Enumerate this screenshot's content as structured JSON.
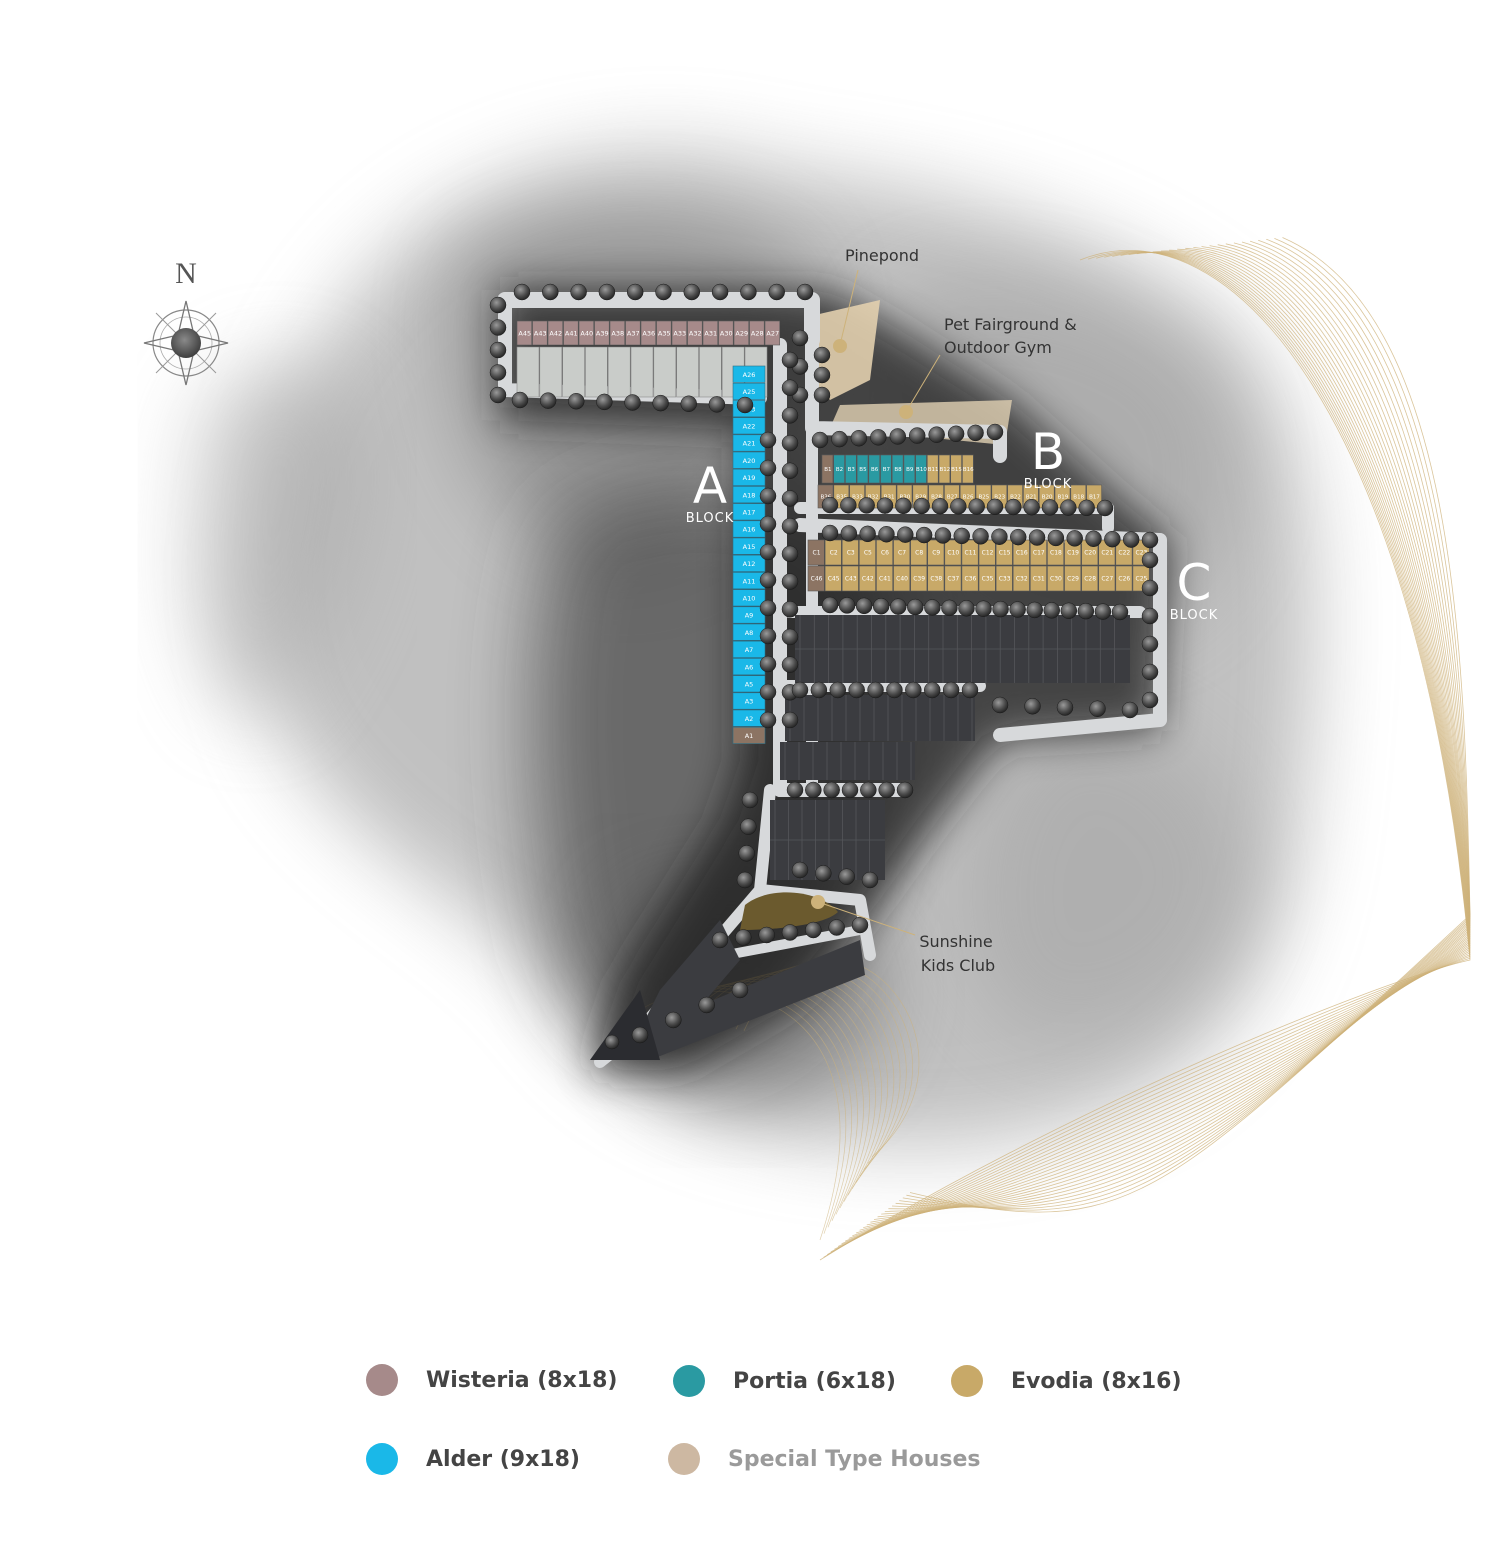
{
  "compass": {
    "label": "N"
  },
  "blocks": [
    {
      "letter": "A",
      "word": "BLOCK"
    },
    {
      "letter": "B",
      "word": "BLOCK"
    },
    {
      "letter": "C",
      "word": "BLOCK"
    }
  ],
  "amenities": [
    {
      "lines": [
        "Pinepond"
      ]
    },
    {
      "lines": [
        "Pet Fairground &",
        "Outdoor Gym"
      ]
    },
    {
      "lines": [
        "Sunshine",
        "Kids Club"
      ]
    }
  ],
  "lots": {
    "a_top": [
      "A45",
      "A43",
      "A42",
      "A41",
      "A40",
      "A39",
      "A38",
      "A37",
      "A36",
      "A35",
      "A33",
      "A32",
      "A31",
      "A30",
      "A29",
      "A28",
      "A27"
    ],
    "a_column": [
      "A26",
      "A25",
      "A23",
      "A22",
      "A21",
      "A20",
      "A19",
      "A18",
      "A17",
      "A16",
      "A15",
      "A12",
      "A11",
      "A10",
      "A9",
      "A8",
      "A7",
      "A6",
      "A5",
      "A3",
      "A2",
      "A1"
    ],
    "b_top": [
      "B1",
      "B2",
      "B3",
      "B5",
      "B6",
      "B7",
      "B8",
      "B9",
      "B10",
      "B11",
      "B12",
      "B15",
      "B16"
    ],
    "b_bottom": [
      "B36",
      "B35",
      "B33",
      "B32",
      "B31",
      "B30",
      "B29",
      "B28",
      "B27",
      "B26",
      "B25",
      "B23",
      "B22",
      "B21",
      "B20",
      "B19",
      "B18",
      "B17"
    ],
    "c_top": [
      "C1",
      "C2",
      "C3",
      "C5",
      "C6",
      "C7",
      "C8",
      "C9",
      "C10",
      "C11",
      "C12",
      "C15",
      "C16",
      "C17",
      "C18",
      "C19",
      "C20",
      "C21",
      "C22",
      "C23"
    ],
    "c_bottom": [
      "C46",
      "C45",
      "C43",
      "C42",
      "C41",
      "C40",
      "C39",
      "C38",
      "C37",
      "C36",
      "C35",
      "C33",
      "C32",
      "C31",
      "C30",
      "C29",
      "C28",
      "C27",
      "C26",
      "C25"
    ]
  },
  "legend": [
    {
      "label": "Wisteria (8x18)",
      "color": "#a68a8a"
    },
    {
      "label": "Portia (6x18)",
      "color": "#2a9aa2"
    },
    {
      "label": "Evodia (8x16)",
      "color": "#c8a968"
    },
    {
      "label": "Alder (9x18)",
      "color": "#1ab8e8"
    },
    {
      "label": "Special Type Houses",
      "color": "#cdb8a2"
    }
  ],
  "colors": {
    "wisteria": "#a68a8a",
    "portia": "#2a9aa2",
    "evodia": "#c8a968",
    "alder": "#1ab8e8",
    "special": "#cdb8a2",
    "gray_lot": "#c9ccc9",
    "dark_lot": "#3b3c40",
    "road": "#d7d9db",
    "gold_line": "#cdb27a"
  }
}
